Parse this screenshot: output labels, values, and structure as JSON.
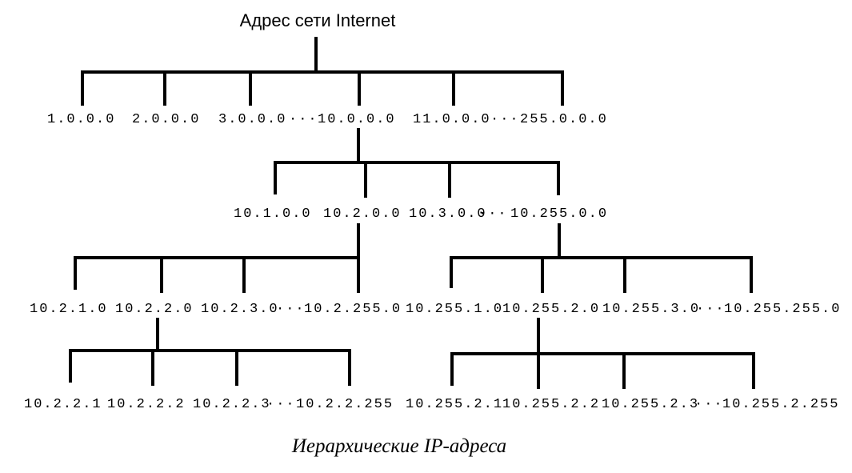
{
  "root_label": "Адрес сети Internet",
  "caption": "Иерархические IP-адреса",
  "level1": {
    "a1": "1.0.0.0",
    "a2": "2.0.0.0",
    "a3": "3.0.0.0",
    "e1": "···",
    "a10": "10.0.0.0",
    "a11": "11.0.0.0",
    "e2": "···",
    "a255": "255.0.0.0"
  },
  "level2": {
    "b1": "10.1.0.0",
    "b2": "10.2.0.0",
    "b3": "10.3.0.0",
    "e": "···",
    "b255": "10.255.0.0"
  },
  "level3": {
    "c1": "10.2.1.0",
    "c2": "10.2.2.0",
    "c3": "10.2.3.0",
    "e1": "···",
    "c255": "10.2.255.0",
    "d1": "10.255.1.0",
    "d2": "10.255.2.0",
    "d3": "10.255.3.0",
    "e2": "···",
    "d255": "10.255.255.0"
  },
  "level4": {
    "f1": "10.2.2.1",
    "f2": "10.2.2.2",
    "f3": "10.2.2.3",
    "e1": "···",
    "f255": "10.2.2.255",
    "g1": "10.255.2.1",
    "g2": "10.255.2.2",
    "g3": "10.255.2.3",
    "e2": "···",
    "g255": "10.255.2.255"
  }
}
